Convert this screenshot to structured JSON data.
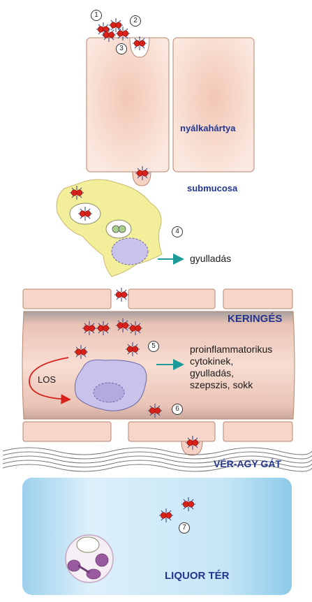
{
  "labels": {
    "mucosa": "nyálkahártya",
    "submucosa": "submucosa",
    "inflammation": "gyulladás",
    "circulation": "KERINGÉS",
    "effects": [
      "proinflammatorikus",
      "cytokinek,",
      "gyulladás,",
      "szepszis, sokk"
    ],
    "los": "LOS",
    "bbb": "VÉR-AGY GÁT",
    "csf": "LIQUOR TÉR"
  },
  "steps": [
    "1",
    "2",
    "3",
    "4",
    "5",
    "6",
    "7"
  ],
  "colors": {
    "cell": "#f8ddd0",
    "cellLine": "#b8856d",
    "macrophage": "#f2ee9a",
    "vessel": "#f3cfc0",
    "vesselTop": "#b7a8a4",
    "monocyte": "#c9c3eb",
    "csf": "#bfe1f3",
    "bacteria": "#d6221b",
    "arrowTeal": "#1d9b9b",
    "arrowRed": "#d6221b",
    "title": "#24358f"
  }
}
